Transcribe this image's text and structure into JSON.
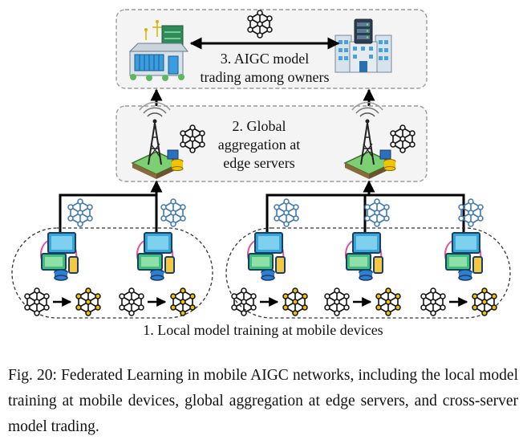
{
  "labels": {
    "trading": [
      "3. AIGC model",
      "trading among owners"
    ],
    "aggregation": [
      "2. Global",
      "aggregation at",
      "edge servers"
    ],
    "local": "1. Local model training at mobile devices"
  },
  "caption": "Fig. 20: Federated Learning in mobile AIGC networks, including the local model training at mobile devices, global aggregation at edge servers, and cross-server model trading.",
  "colors": {
    "box_border": "#9a9a9a",
    "box_fill": "#f4f4f4",
    "model_blue": "#3e78b4",
    "model_gold": "#f2c400",
    "arrow": "#000000"
  },
  "icons": {
    "owner_left": "cloud-datacenter-icon",
    "owner_right": "server-building-icon",
    "edge_server": "edge-server-tower-icon",
    "mobile_device": "mobile-device-cluster-icon",
    "model": "neural-network-model-icon"
  }
}
